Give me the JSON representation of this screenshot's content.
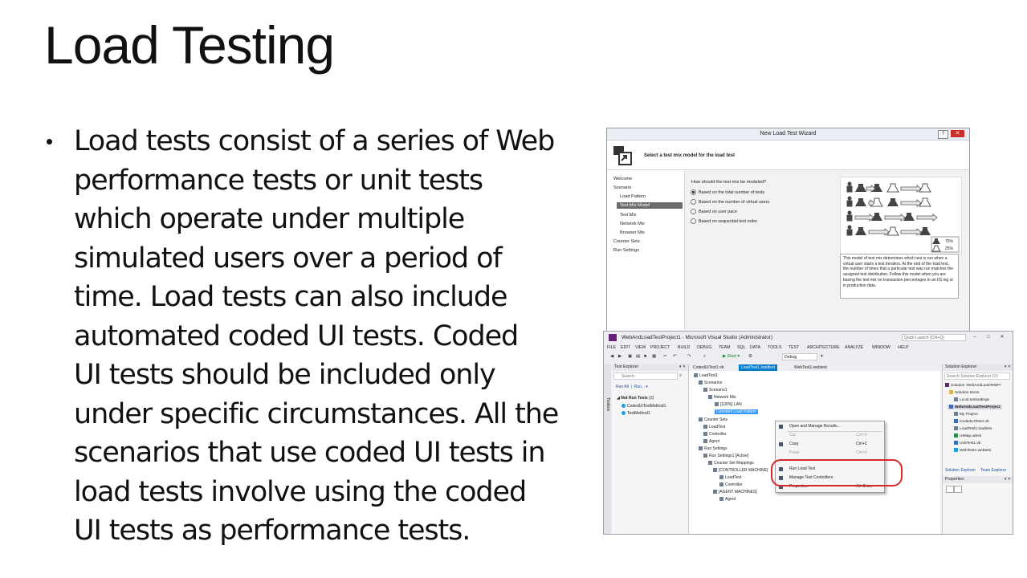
{
  "slide": {
    "title": "Load Testing",
    "bullet_lines": [
      "Load tests consist of a series of Web",
      "performance tests or unit tests",
      "which operate under multiple",
      "simulated users over a period of",
      "time. Load tests can also include",
      "automated coded UI tests. Coded",
      "UI tests should be included only",
      "under specific circumstances. All the",
      "scenarios that use coded UI tests in",
      "load tests involve using the coded",
      "UI tests as performance tests."
    ]
  },
  "wizard": {
    "title": "New Load Test Wizard",
    "help": "?",
    "close": "✕",
    "subtitle": "Select a test mix model for the load test",
    "nav": [
      "Welcome",
      "Scenario",
      "Load Pattern",
      "Test Mix Model",
      "Test Mix",
      "Network Mix",
      "Browser Mix",
      "Counter Sets",
      "Run Settings"
    ],
    "active_nav": "Test Mix Model",
    "question": "How should the test mix be modeled?",
    "options": [
      "Based on the total number of tests",
      "Based on the number of virtual users",
      "Based on user pace",
      "Based on sequential test order"
    ],
    "selected_option": 0,
    "pct_a": "75%",
    "pct_b": "25%",
    "description": "This model of test mix determines which test is run when a virtual user starts a test iteration. At the end of the load test, the number of times that a particular test was run matches the assigned test distribution. Follow this model when you are basing the test mix on transaction percentages in an IIS log or in production data."
  },
  "vs": {
    "title": "WebAndLoadTestProject1 - Microsoft Visual Studio (Administrator)",
    "quick_launch": "Quick Launch (Ctrl+Q)",
    "window_buttons": [
      "–",
      "□",
      "✕"
    ],
    "menu": [
      "FILE",
      "EDIT",
      "VIEW",
      "PROJECT",
      "BUILD",
      "DEBUG",
      "TEAM",
      "SQL",
      "DATA",
      "TOOLS",
      "TEST",
      "ARCHITECTURE",
      "ANALYZE",
      "WINDOW",
      "HELP"
    ],
    "start_label": "▶ Start ▾",
    "config": "Debug",
    "toolbox_label": "Toolbox",
    "test_explorer": {
      "title": "Test Explorer",
      "search": "Search",
      "run_all": "Run All",
      "run": "Run... ▾",
      "group": "Not Run Tests",
      "group_count": "(2)",
      "tests": [
        "CodedUITestMethod1",
        "TestMethod1"
      ]
    },
    "tabs": [
      "CodedUITest1.vb",
      "LoadTest1.loadtest",
      "WebTest1.webtest"
    ],
    "active_tab": "LoadTest1.loadtest",
    "tree": [
      "LoadTest1",
      "Scenarios",
      "Scenario1",
      "Network Mix",
      "[100%] LAN",
      "Constant Load Pattern",
      "Counter Sets",
      "LoadTest",
      "Controller",
      "Agent",
      "Run Settings",
      "Run Settings1 [Active]",
      "Counter Set Mappings",
      "[CONTROLLER MACHINE]",
      "LoadTest",
      "Controller",
      "[AGENT MACHINES]",
      "Agent"
    ],
    "context_menu": [
      {
        "label": "Open and Manage Results...",
        "shortcut": "",
        "disabled": false
      },
      {
        "label": "Cut",
        "shortcut": "Ctrl+X",
        "disabled": true
      },
      {
        "label": "Copy",
        "shortcut": "Ctrl+C",
        "disabled": false
      },
      {
        "label": "Paste",
        "shortcut": "Ctrl+V",
        "disabled": true
      },
      {
        "label": "Run Load Test",
        "shortcut": "",
        "disabled": false
      },
      {
        "label": "Manage Test Controllers",
        "shortcut": "",
        "disabled": false
      },
      {
        "label": "Properties",
        "shortcut": "Alt+Enter",
        "disabled": false
      }
    ],
    "solution_explorer": {
      "title": "Solution Explorer",
      "search": "Search Solution Explorer (Ct",
      "items": [
        "Solution 'WebAndLoadTestPr",
        "Solution Items",
        "Local.testsettings",
        "WebAndLoadTestProject",
        "My Project",
        "CodedUITest1.vb",
        "LoadTest1.loadtest",
        "UIMap.uitest",
        "UnitTest1.vb",
        "WebTest1.webtest"
      ],
      "tab_a": "Solution Explorer",
      "tab_b": "Team Explorer",
      "properties": "Properties"
    }
  }
}
